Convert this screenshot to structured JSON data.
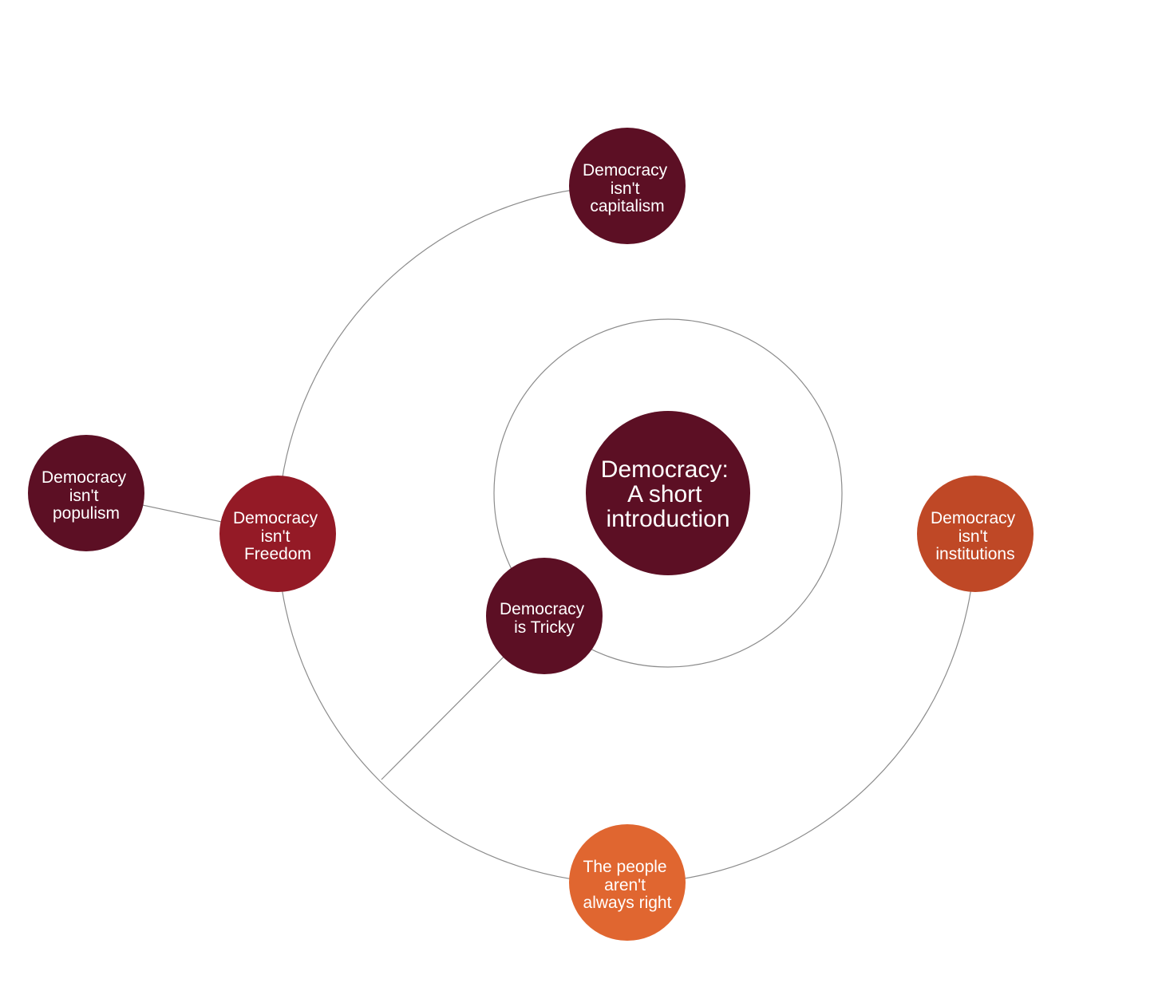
{
  "colors": {
    "connector": "#8c8c8c",
    "dark_maroon": "#5c0f24",
    "crimson": "#941a26",
    "rust": "#bf4826",
    "orange": "#e06630"
  },
  "nodes": {
    "center": {
      "lines": [
        "Democracy:",
        "A short",
        "introduction"
      ],
      "color": "#5c0f24"
    },
    "capitalism": {
      "lines": [
        "Democracy",
        "isn't",
        "capitalism"
      ],
      "color": "#5c0f24"
    },
    "populism": {
      "lines": [
        "Democracy",
        "isn't",
        "populism"
      ],
      "color": "#5c0f24"
    },
    "freedom": {
      "lines": [
        "Democracy",
        "isn't",
        "Freedom"
      ],
      "color": "#941a26"
    },
    "tricky": {
      "lines": [
        "Democracy",
        "is Tricky"
      ],
      "color": "#5c0f24"
    },
    "institutions": {
      "lines": [
        "Democracy",
        "isn't",
        "institutions"
      ],
      "color": "#bf4826"
    },
    "people": {
      "lines": [
        "The people",
        "aren't",
        "always right"
      ],
      "color": "#e06630"
    }
  }
}
